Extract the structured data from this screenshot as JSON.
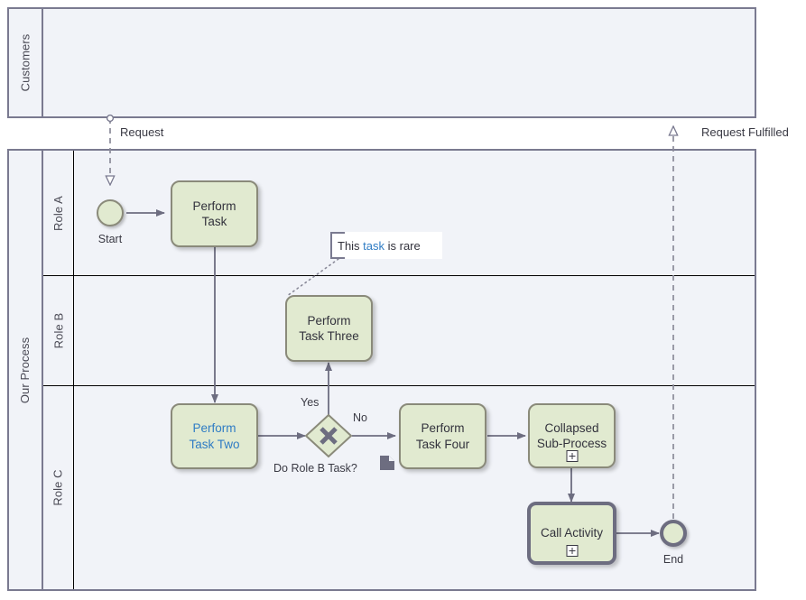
{
  "diagram": {
    "type": "bpmn-collaboration",
    "colors": {
      "pool_fill": "#f1f3f8",
      "pool_border": "#7a7a90",
      "task_fill": "#e1ead0",
      "task_border": "#8a8a7a",
      "connector": "#6d6d80",
      "link_text": "#2f7cc4",
      "text": "#32323c"
    }
  },
  "pools": [
    {
      "id": "customers",
      "label": "Customers",
      "lanes": []
    },
    {
      "id": "our-process",
      "label": "Our Process",
      "lanes": [
        {
          "id": "role-a",
          "label": "Role A"
        },
        {
          "id": "role-b",
          "label": "Role B"
        },
        {
          "id": "role-c",
          "label": "Role C"
        }
      ]
    }
  ],
  "events": [
    {
      "id": "start",
      "label": "Start",
      "kind": "message-start-event",
      "icon": "envelope-icon"
    },
    {
      "id": "end",
      "label": "End",
      "kind": "message-end-event",
      "icon": "envelope-filled-icon"
    }
  ],
  "tasks": [
    {
      "id": "perform-task",
      "lines": [
        "Perform",
        "Task"
      ],
      "kind": "task",
      "linked": false,
      "marker": null
    },
    {
      "id": "perform-task-three",
      "lines": [
        "Perform",
        "Task Three"
      ],
      "kind": "task",
      "linked": false,
      "marker": null
    },
    {
      "id": "perform-task-two",
      "lines": [
        "Perform",
        "Task Two"
      ],
      "kind": "task",
      "linked": true,
      "marker": null
    },
    {
      "id": "perform-task-four",
      "lines": [
        "Perform",
        "Task Four"
      ],
      "kind": "task",
      "linked": false,
      "marker": null
    },
    {
      "id": "collapsed-sub-process",
      "lines": [
        "Collapsed",
        "Sub-Process"
      ],
      "kind": "collapsed-sub-process",
      "linked": false,
      "marker": "plus"
    },
    {
      "id": "call-activity",
      "lines": [
        "Call Activity"
      ],
      "kind": "call-activity",
      "linked": false,
      "marker": "plus"
    }
  ],
  "gateways": [
    {
      "id": "do-role-b-task",
      "label": "Do Role B Task?",
      "kind": "exclusive-gateway",
      "icon": "x-icon"
    }
  ],
  "artifacts": [
    {
      "id": "data-object-1",
      "kind": "data-object",
      "icon": "document-icon"
    }
  ],
  "annotations": [
    {
      "id": "task-rare-note",
      "text_before": "This ",
      "link_text": "task",
      "text_after": " is rare"
    }
  ],
  "message_flows": [
    {
      "id": "request",
      "label": "Request",
      "from": "customers",
      "to": "start"
    },
    {
      "id": "request-fulfilled",
      "label": "Request Fulfilled",
      "from": "end",
      "to": "customers"
    }
  ],
  "sequence_flow_labels": [
    {
      "id": "yes",
      "label": "Yes"
    },
    {
      "id": "no",
      "label": "No"
    }
  ]
}
